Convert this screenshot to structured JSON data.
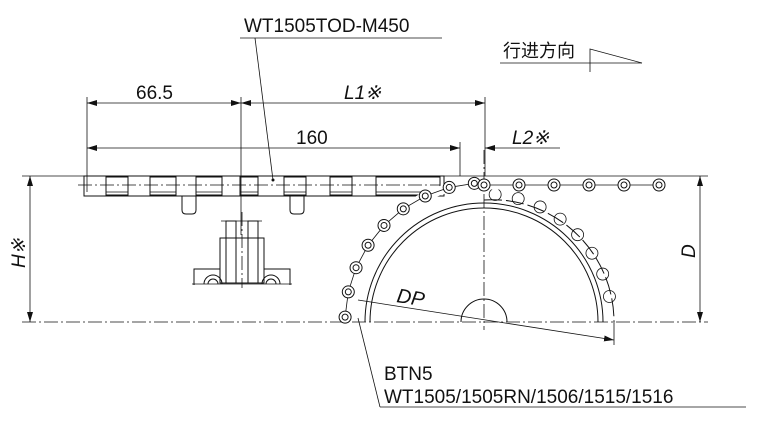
{
  "labels": {
    "part_number": "WT1505TOD-M450",
    "direction": "行进方向",
    "dim_66_5": "66.5",
    "dim_L1": "L1※",
    "dim_160": "160",
    "dim_L2": "L2※",
    "dim_H": "H※",
    "dim_D": "D",
    "dim_DP": "DP",
    "sprocket": "BTN5",
    "chains": "WT1505/1505RN/1506/1515/1516"
  }
}
